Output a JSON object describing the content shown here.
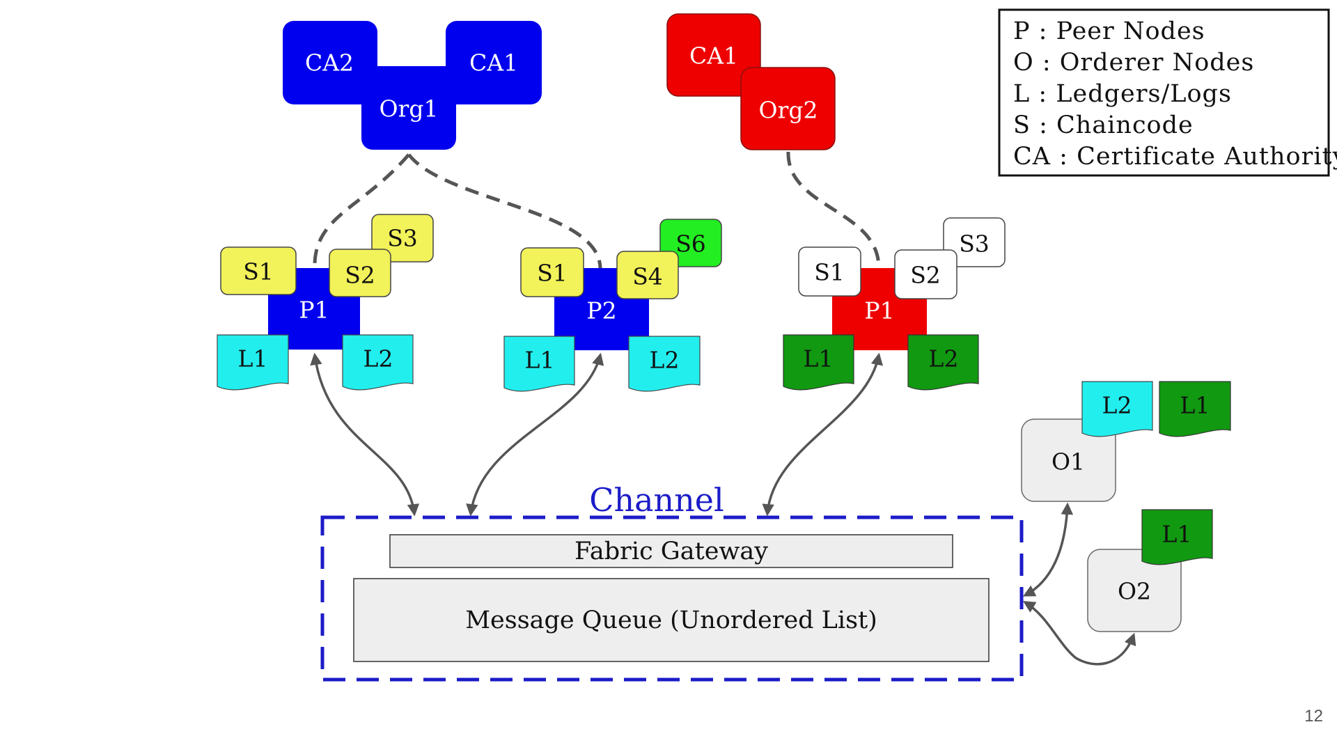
{
  "colors": {
    "org1_blue": "#0000ee",
    "org2_red": "#ee0000",
    "chaincode_yellow": "#f2f25a",
    "chaincode_green": "#22ee22",
    "chaincode_white": "#ffffff",
    "ledger_cyan": "#22eeee",
    "ledger_green": "#119911",
    "orderer_gray": "#eeeeee",
    "channel_blue": "#1c1cc8",
    "connector_gray": "#555555"
  },
  "org1": {
    "ca2": "CA2",
    "ca1": "CA1",
    "org": "Org1"
  },
  "org2": {
    "ca1": "CA1",
    "org": "Org2"
  },
  "peer_a": {
    "label": "P1",
    "s1": "S1",
    "s2": "S2",
    "s3": "S3",
    "l1": "L1",
    "l2": "L2"
  },
  "peer_b": {
    "label": "P2",
    "s1": "S1",
    "s4": "S4",
    "s6": "S6",
    "l1": "L1",
    "l2": "L2"
  },
  "peer_c": {
    "label": "P1",
    "s1": "S1",
    "s2": "S2",
    "s3": "S3",
    "l1": "L1",
    "l2": "L2"
  },
  "orderer1": {
    "label": "O1",
    "l2": "L2",
    "l1": "L1"
  },
  "orderer2": {
    "label": "O2",
    "l1": "L1"
  },
  "channel": {
    "title": "Channel",
    "gateway": "Fabric Gateway",
    "queue": "Message Queue (Unordered List)"
  },
  "legend": [
    "P : Peer Nodes",
    "O : Orderer Nodes",
    "L : Ledgers/Logs",
    "S : Chaincode",
    "CA : Certificate Authority"
  ],
  "page_number": "12"
}
